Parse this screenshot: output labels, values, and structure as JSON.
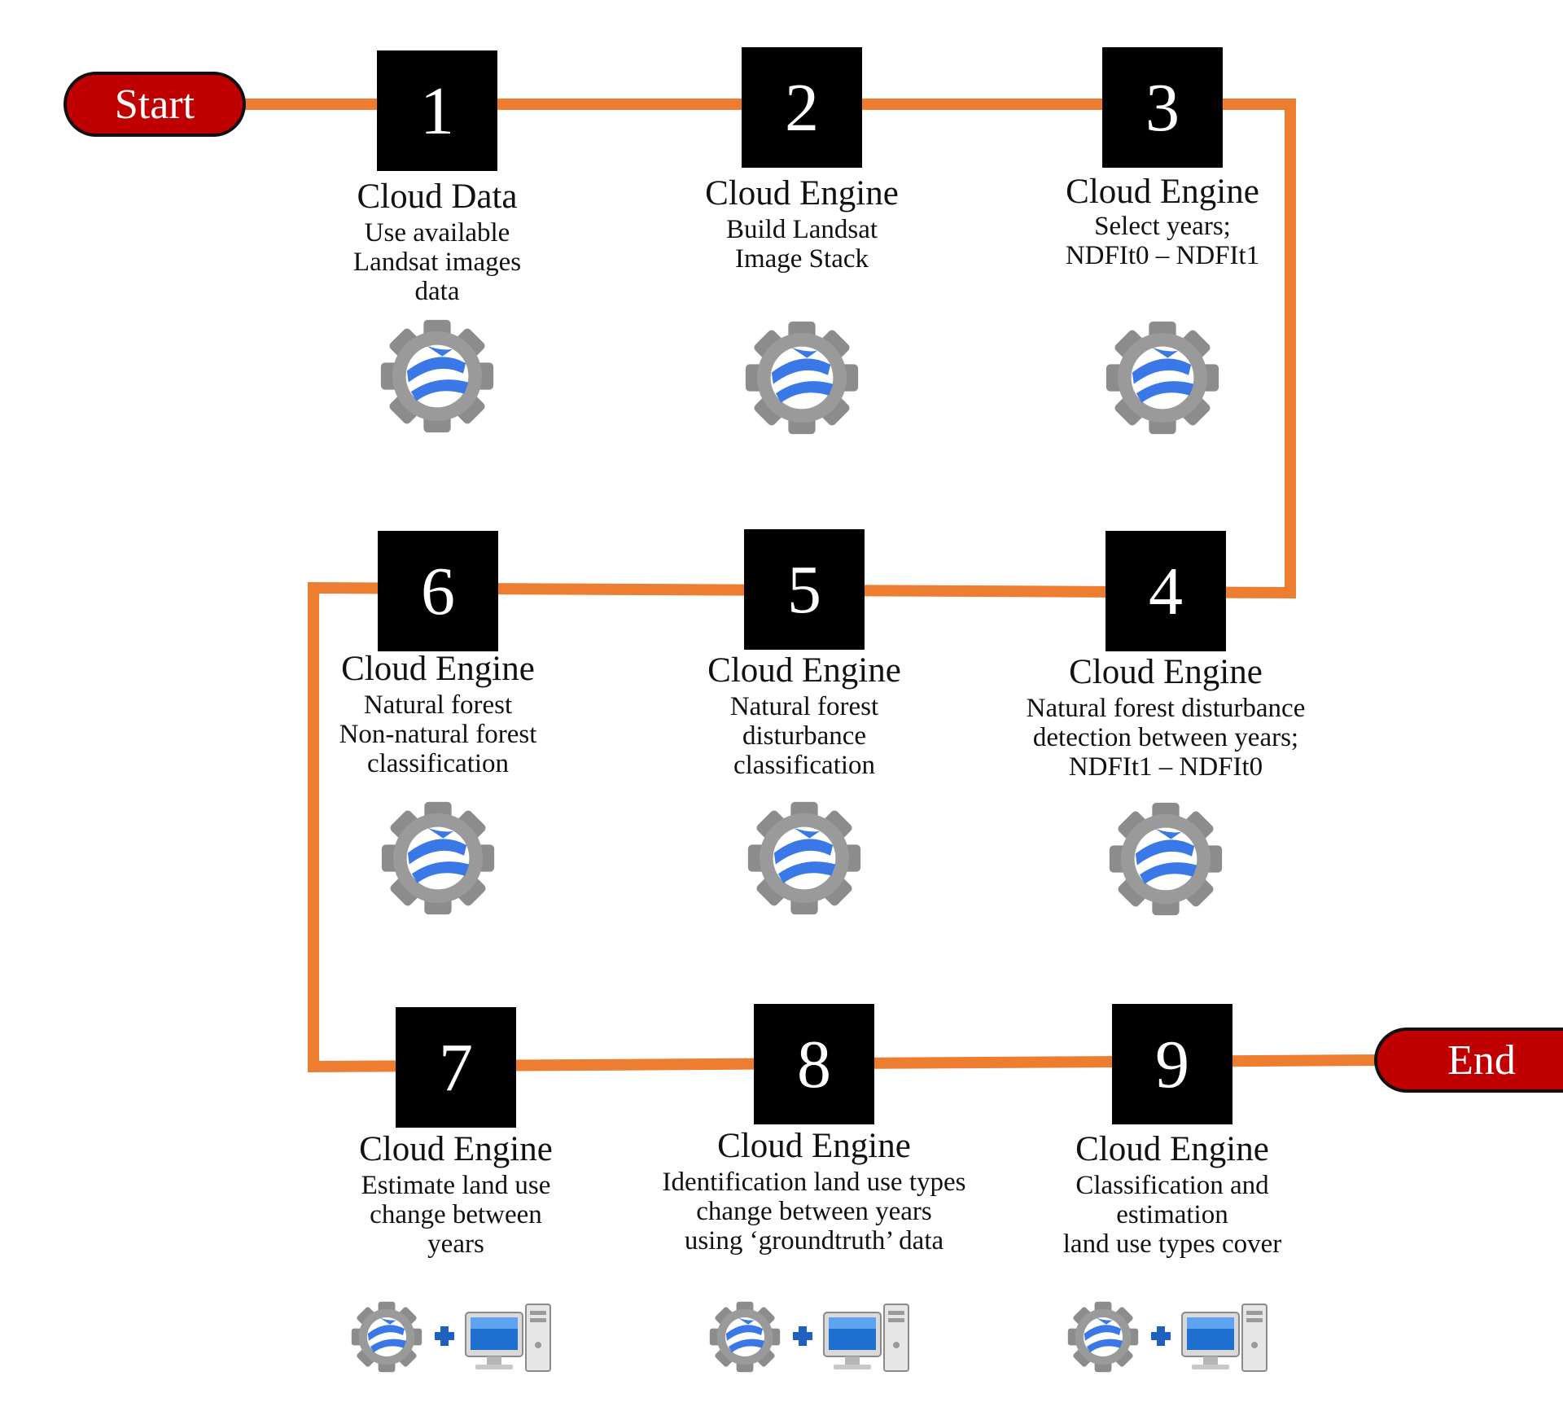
{
  "flow": {
    "start_label": "Start",
    "end_label": "End",
    "connector_color": "#ed7d31",
    "terminal_color": "#c00000"
  },
  "steps": [
    {
      "number": "1",
      "title": "Cloud Data",
      "lines": [
        "Use available",
        "Landsat images",
        "data"
      ],
      "icon": "earth-engine-gear-icon"
    },
    {
      "number": "2",
      "title": "Cloud Engine",
      "lines": [
        "Build Landsat",
        "Image Stack"
      ],
      "icon": "earth-engine-gear-icon"
    },
    {
      "number": "3",
      "title": "Cloud Engine",
      "lines": [
        "Select years;",
        "NDFIt0 – NDFIt1"
      ],
      "icon": "earth-engine-gear-icon"
    },
    {
      "number": "4",
      "title": "Cloud Engine",
      "lines": [
        "Natural forest disturbance",
        "detection between years;",
        "NDFIt1 – NDFIt0"
      ],
      "icon": "earth-engine-gear-icon"
    },
    {
      "number": "5",
      "title": "Cloud Engine",
      "lines": [
        "Natural forest",
        "disturbance",
        "classification"
      ],
      "icon": "earth-engine-gear-icon"
    },
    {
      "number": "6",
      "title": "Cloud Engine",
      "lines": [
        "Natural forest",
        "Non-natural forest",
        "classification"
      ],
      "icon": "earth-engine-gear-icon"
    },
    {
      "number": "7",
      "title": "Cloud Engine",
      "lines": [
        "Estimate land use",
        "change between",
        "years"
      ],
      "icon": "earth-engine-plus-computer-icon"
    },
    {
      "number": "8",
      "title": "Cloud Engine",
      "lines": [
        "Identification land use types",
        "change between years",
        "using ‘groundtruth’ data"
      ],
      "icon": "earth-engine-plus-computer-icon"
    },
    {
      "number": "9",
      "title": "Cloud Engine",
      "lines": [
        "Classification and",
        "estimation",
        "land use types cover"
      ],
      "icon": "earth-engine-plus-computer-icon"
    }
  ]
}
